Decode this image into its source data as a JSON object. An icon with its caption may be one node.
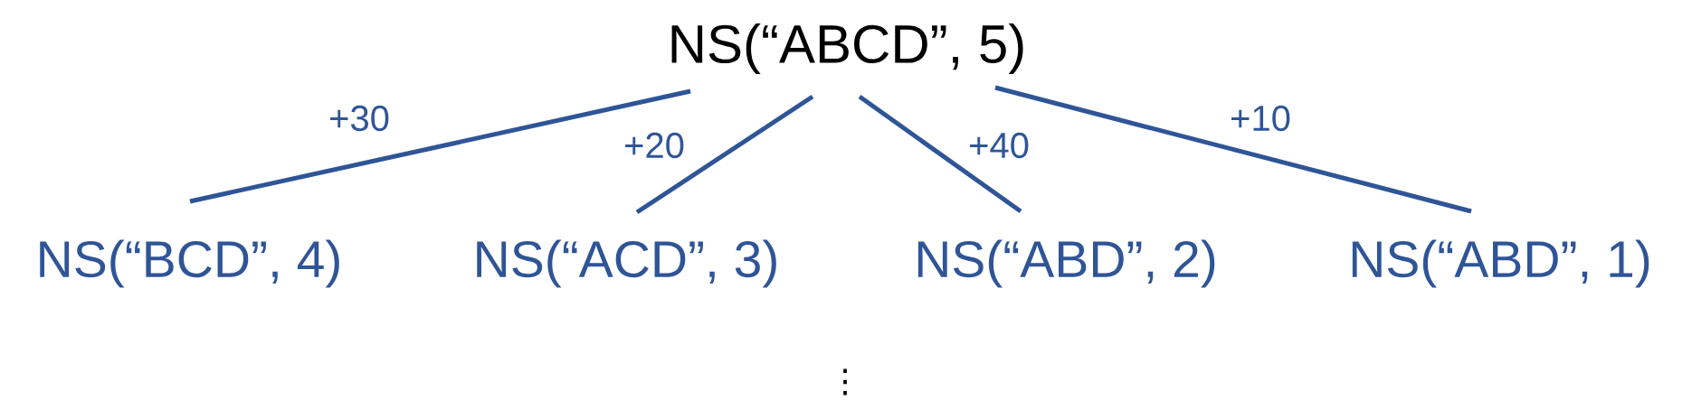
{
  "diagram": {
    "nodes": [
      {
        "text": [
          "NS(“ABCD”, 5)"
        ]
      },
      {
        "text": [
          "NS(“BCD”, 4)"
        ]
      },
      {
        "text": [
          "NS(“ACD”, 3)"
        ]
      },
      {
        "text": [
          "NS(“ABD”, 2)"
        ]
      },
      {
        "text": [
          "NS(“ABD”, 1)"
        ]
      }
    ],
    "edges": [
      {
        "from": 0,
        "to": 1,
        "arrow": "none",
        "label": "+30"
      },
      {
        "from": 0,
        "to": 2,
        "arrow": "none",
        "label": "+20"
      },
      {
        "from": 0,
        "to": 3,
        "arrow": "none",
        "label": "+40"
      },
      {
        "from": 0,
        "to": 4,
        "arrow": "none",
        "label": "+10"
      }
    ],
    "labels": [
      "⋮"
    ]
  }
}
